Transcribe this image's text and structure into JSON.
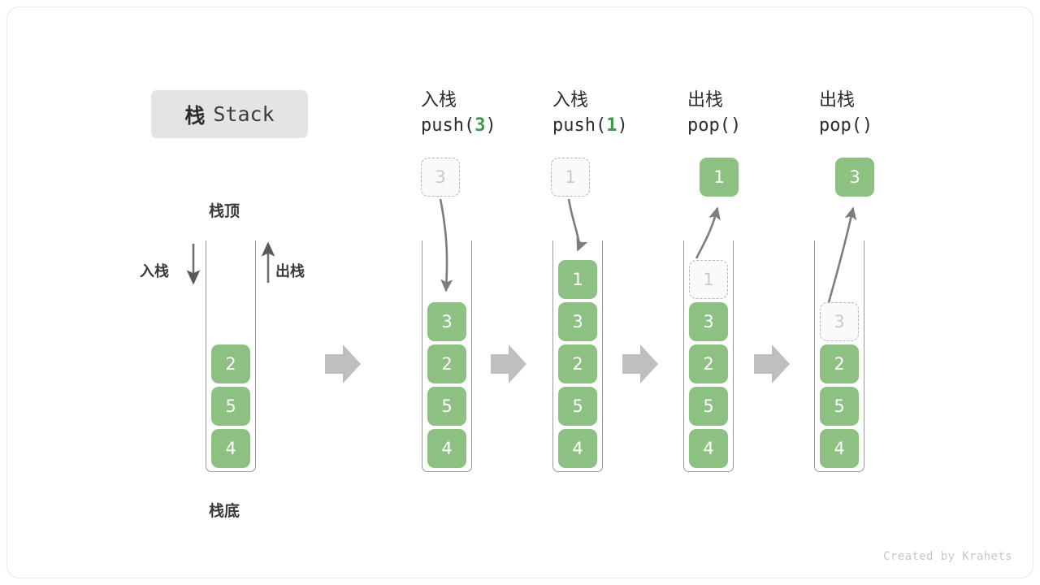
{
  "title": {
    "cn": "栈",
    "en": "Stack"
  },
  "labels": {
    "top": "栈顶",
    "bottom": "栈底",
    "push_side": "入栈",
    "pop_side": "出栈"
  },
  "colors": {
    "cell_green": "#8cc182",
    "accent_green": "#3f9648",
    "ghost_gray": "#c9c9c9",
    "border_gray": "#999999",
    "arrow_gray": "#7d7d7d",
    "badge_bg": "#e4e4e4"
  },
  "steps": [
    {
      "id": "initial",
      "header_cn": "",
      "header_code_prefix": "",
      "header_code_arg": "",
      "header_code_suffix": "",
      "stack": [
        "2",
        "5",
        "4"
      ],
      "ghost_in_stack": null,
      "floating_above": null,
      "floating_kind": null
    },
    {
      "id": "push-3",
      "header_cn": "入栈",
      "header_code_prefix": "push(",
      "header_code_arg": "3",
      "header_code_suffix": ")",
      "stack": [
        "3",
        "2",
        "5",
        "4"
      ],
      "ghost_in_stack": null,
      "floating_above": "3",
      "floating_kind": "ghost"
    },
    {
      "id": "push-1",
      "header_cn": "入栈",
      "header_code_prefix": "push(",
      "header_code_arg": "1",
      "header_code_suffix": ")",
      "stack": [
        "1",
        "3",
        "2",
        "5",
        "4"
      ],
      "ghost_in_stack": null,
      "floating_above": "1",
      "floating_kind": "ghost"
    },
    {
      "id": "pop-1",
      "header_cn": "出栈",
      "header_code_prefix": "pop(",
      "header_code_arg": "",
      "header_code_suffix": ")",
      "stack": [
        "3",
        "2",
        "5",
        "4"
      ],
      "ghost_in_stack": "1",
      "floating_above": "1",
      "floating_kind": "solid"
    },
    {
      "id": "pop-3",
      "header_cn": "出栈",
      "header_code_prefix": "pop(",
      "header_code_arg": "",
      "header_code_suffix": ")",
      "stack": [
        "2",
        "5",
        "4"
      ],
      "ghost_in_stack": "3",
      "floating_above": "3",
      "floating_kind": "solid"
    }
  ],
  "credit": "Created by Krahets"
}
